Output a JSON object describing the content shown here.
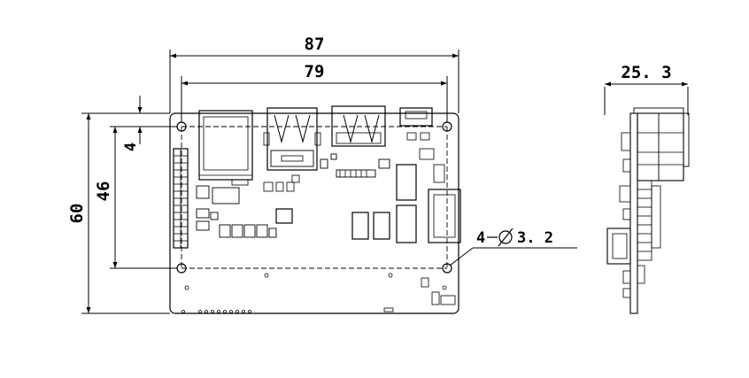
{
  "dimensions": {
    "overall_width": "87",
    "hole_spacing_width": "79",
    "hole_offset": "4",
    "hole_spacing_height": "46",
    "overall_height": "60",
    "side_thickness": "25. 3",
    "mounting_holes_prefix": "4",
    "mounting_holes_diameter": "3. 2"
  },
  "colors": {
    "line": "#000000",
    "background": "#ffffff"
  }
}
